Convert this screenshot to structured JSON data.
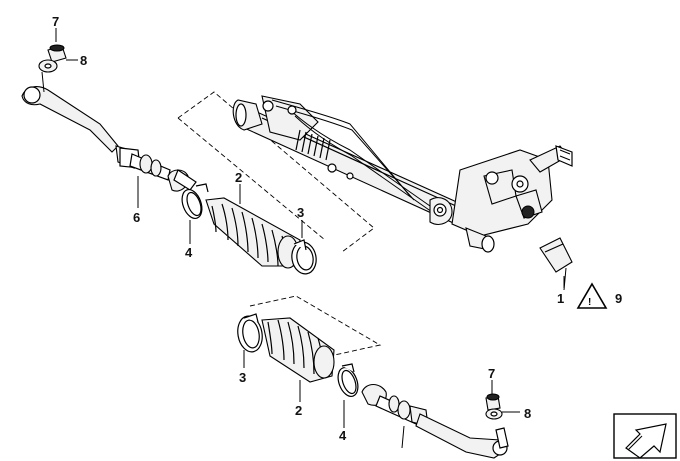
{
  "diagram": {
    "callouts": [
      {
        "id": "c7a",
        "text": "7"
      },
      {
        "id": "c8a",
        "text": "8"
      },
      {
        "id": "c6",
        "text": "6"
      },
      {
        "id": "c4a",
        "text": "4"
      },
      {
        "id": "c2a",
        "text": "2"
      },
      {
        "id": "c3a",
        "text": "3"
      },
      {
        "id": "c1",
        "text": "1"
      },
      {
        "id": "c9",
        "text": "9"
      },
      {
        "id": "c3b",
        "text": "3"
      },
      {
        "id": "c2b",
        "text": "2"
      },
      {
        "id": "c4b",
        "text": "4"
      },
      {
        "id": "c7b",
        "text": "7"
      },
      {
        "id": "c8b",
        "text": "8"
      }
    ],
    "warning_symbol_text": "!",
    "icons": {
      "warning": "warning-triangle-icon",
      "direction": "direction-arrow-icon"
    }
  }
}
